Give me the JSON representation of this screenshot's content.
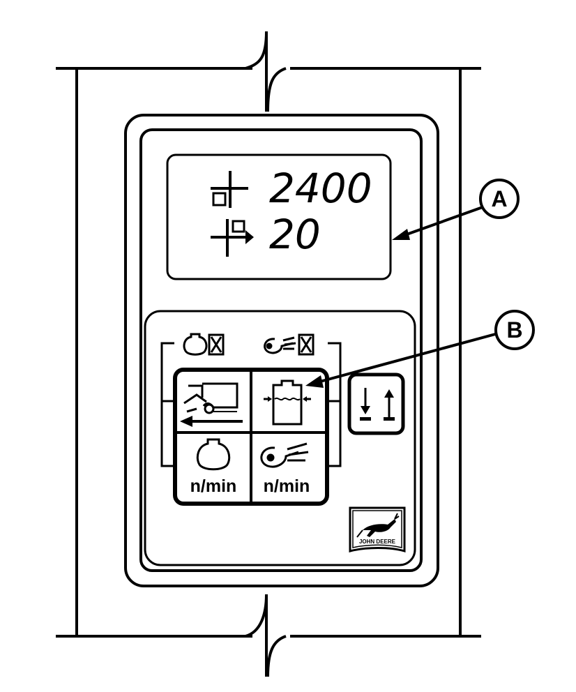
{
  "display": {
    "row1_value": "2400",
    "row2_value": "20",
    "row1_icon": "cross-with-square-icon",
    "row2_icon": "cross-with-square-arrow-icon"
  },
  "keypad": {
    "header_left_icons": [
      "engine-icon",
      "hourglass-icon"
    ],
    "header_right_icons": [
      "fan-icon",
      "hourglass-icon"
    ],
    "keys": [
      {
        "icon": "combine-reverse-icon",
        "label": ""
      },
      {
        "icon": "grain-tank-level-icon",
        "label": ""
      },
      {
        "icon": "engine-icon",
        "label": "n/min"
      },
      {
        "icon": "fan-icon",
        "label": "n/min"
      }
    ],
    "side_key_icon": "down-up-arrows-icon"
  },
  "callouts": {
    "a": "A",
    "b": "B"
  },
  "brand": {
    "text": "JOHN DEERE",
    "icon": "deer-logo-icon"
  }
}
